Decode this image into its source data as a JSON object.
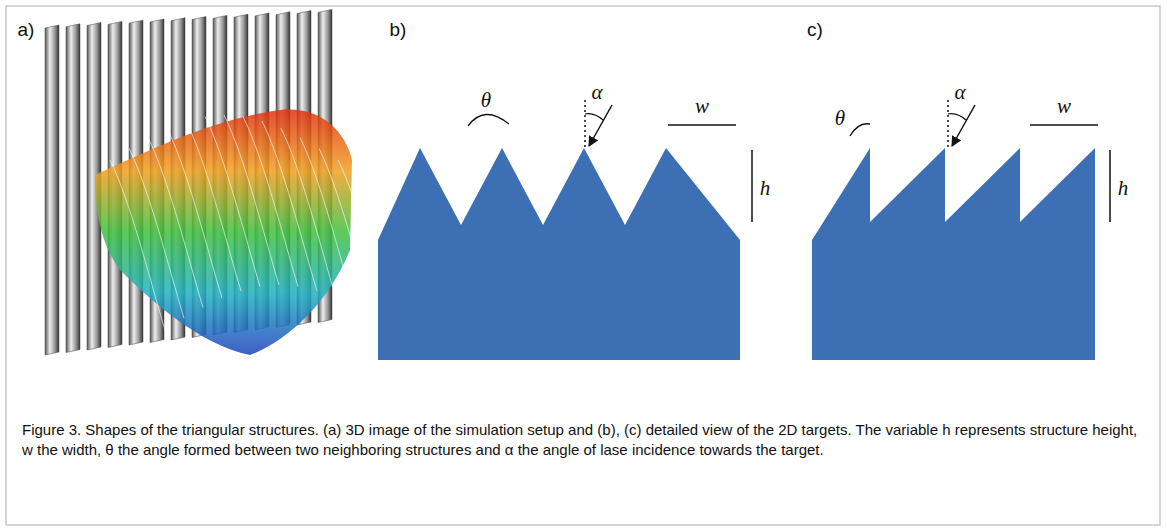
{
  "diagram": {
    "caption": "Figure 3. Shapes of the triangular structures. (a) 3D image of the simulation setup and (b), (c) detailed view of the 2D targets. The variable h represents structure height, w the width, θ the angle formed between two neighboring structures and α the angle of lase incidence towards the target.",
    "labels": [
      "a)",
      "b)",
      "c)",
      "θ",
      "α",
      "w",
      "h",
      "θ",
      "α",
      "w",
      "h"
    ]
  }
}
